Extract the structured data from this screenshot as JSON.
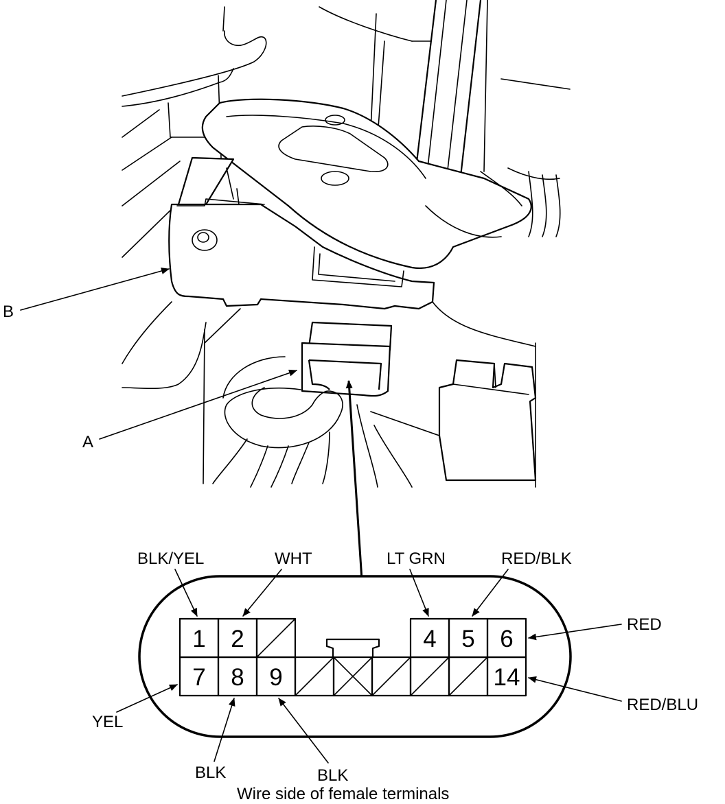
{
  "callouts": {
    "a": "A",
    "b": "B"
  },
  "connector": {
    "terminals": [
      {
        "num": "1",
        "wire": "BLK/YEL"
      },
      {
        "num": "2",
        "wire": "WHT"
      },
      {
        "num": "4",
        "wire": "LT GRN"
      },
      {
        "num": "5",
        "wire": "RED/BLK"
      },
      {
        "num": "6",
        "wire": "RED"
      },
      {
        "num": "7",
        "wire": "YEL"
      },
      {
        "num": "8",
        "wire": "BLK"
      },
      {
        "num": "9",
        "wire": "BLK"
      },
      {
        "num": "14",
        "wire": "RED/BLU"
      }
    ],
    "caption": "Wire side of female terminals"
  },
  "colors": {
    "line": "#000000",
    "background": "#ffffff"
  }
}
